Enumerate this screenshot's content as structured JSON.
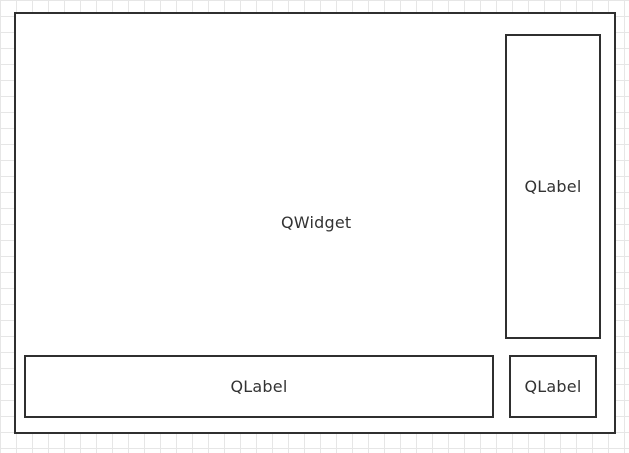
{
  "diagram": {
    "outer_widget": {
      "label": "QWidget"
    },
    "right_label": {
      "label": "QLabel"
    },
    "bottom_left_label": {
      "label": "QLabel"
    },
    "bottom_right_label": {
      "label": "QLabel"
    }
  },
  "colors": {
    "border": "#2f2f2f",
    "text": "#333333",
    "grid": "#e6e6e6",
    "background": "#ffffff"
  }
}
